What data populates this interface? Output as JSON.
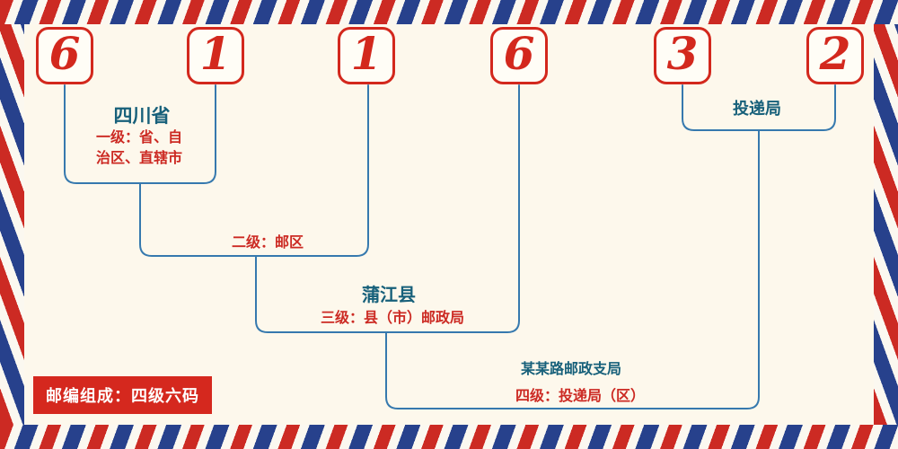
{
  "postal": {
    "digits": [
      "6",
      "1",
      "1",
      "6",
      "3",
      "2"
    ]
  },
  "levels": {
    "level1": {
      "place": "四川省",
      "desc_line1": "一级：省、自",
      "desc_line2": "治区、直辖市"
    },
    "level2": {
      "desc": "二级：邮区"
    },
    "level3": {
      "place": "蒲江县",
      "desc": "三级：县（市）邮政局"
    },
    "level4": {
      "office": "投递局",
      "branch": "某某路邮政支局",
      "desc": "四级：投递局（区）"
    }
  },
  "badge": {
    "text": "邮编组成：四级六码"
  },
  "colors": {
    "digit_red": "#d3281d",
    "line_blue": "#3679ae",
    "place_teal": "#17607a",
    "desc_red": "#cc2a23",
    "stripe_red": "#cc2a23",
    "stripe_blue": "#27418c",
    "badge_red": "#d5281e",
    "background_cream": "#fdf8ec"
  }
}
